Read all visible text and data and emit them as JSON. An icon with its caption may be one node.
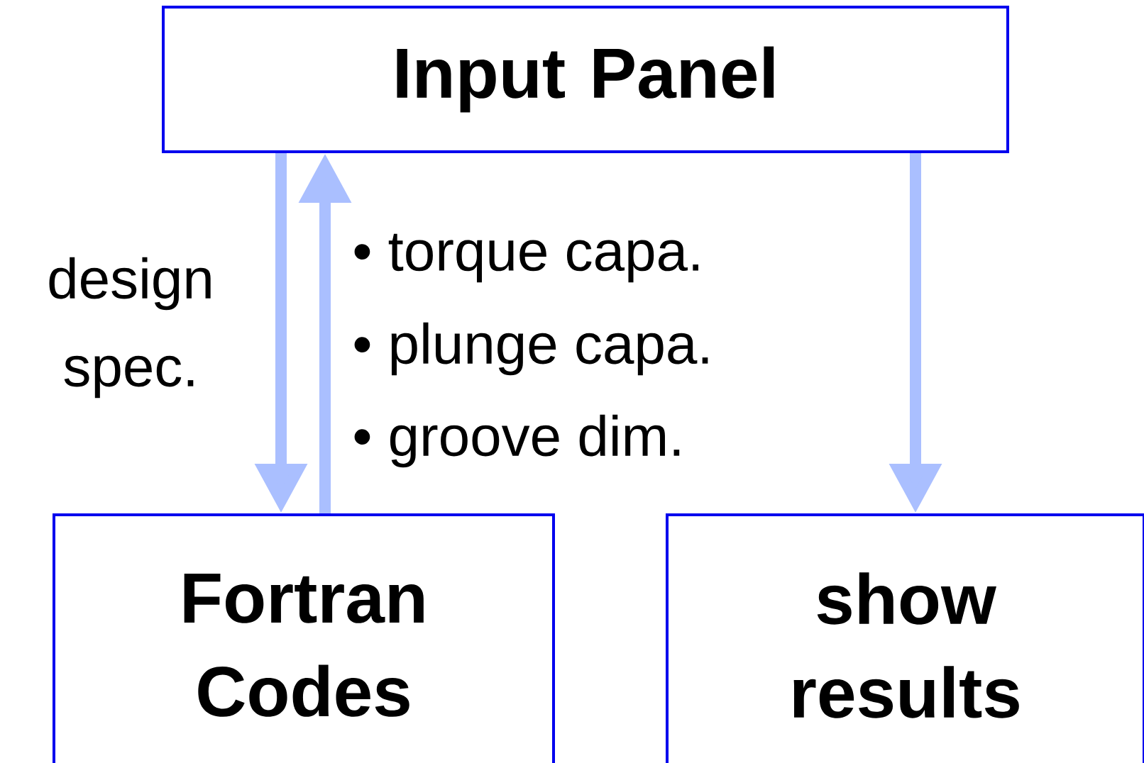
{
  "diagram": {
    "nodes": [
      {
        "text": [
          "Input Panel"
        ]
      },
      {
        "text": [
          "Fortran Codes"
        ]
      },
      {
        "text": [
          "show results"
        ]
      }
    ],
    "edges": [
      {
        "from": 0,
        "to": 1,
        "arrow": "to",
        "label": "design spec."
      },
      {
        "from": 1,
        "to": 0,
        "arrow": "to"
      },
      {
        "from": 0,
        "to": 2,
        "arrow": "to"
      }
    ],
    "labels": [
      "• torque capa.",
      "• plunge capa.",
      "• groove dim."
    ]
  }
}
